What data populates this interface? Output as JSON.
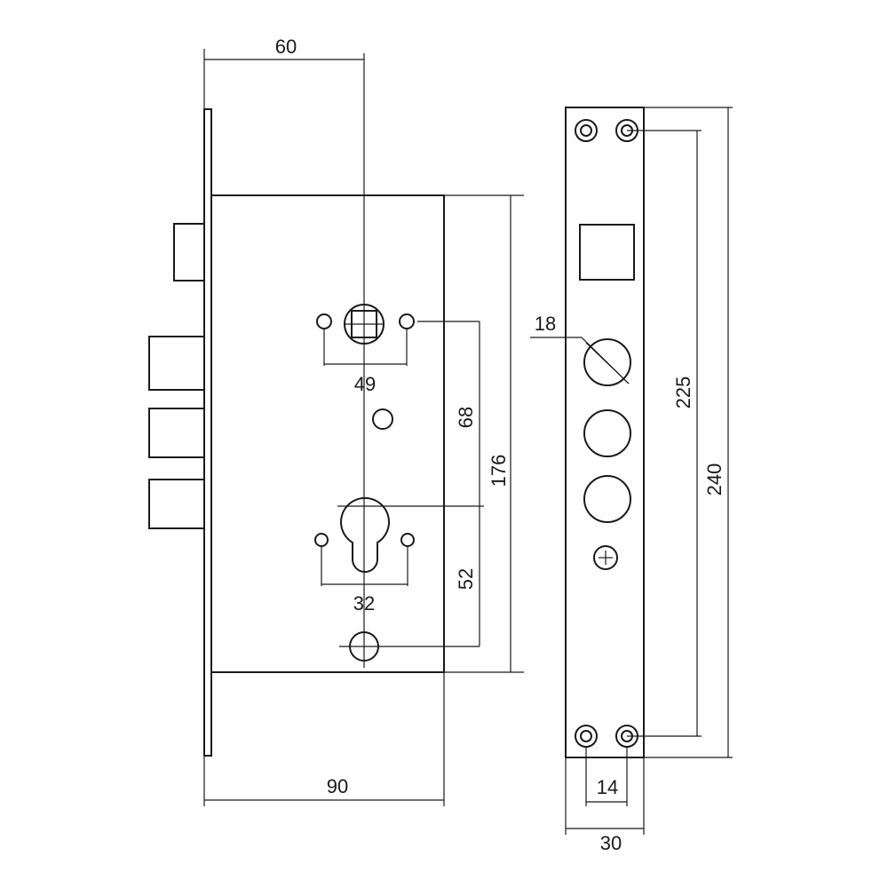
{
  "dimensions": {
    "backset": "60",
    "spindle_hole_spacing": "49",
    "spindle_to_cylinder": "68",
    "case_height": "176",
    "cylinder_hole_spacing": "32",
    "cylinder_to_bottom": "52",
    "case_width": "90",
    "faceplate_hole_diameter": "18",
    "inner_screw_spacing": "225",
    "faceplate_length": "240",
    "screw_pair_spacing": "14",
    "faceplate_width": "30"
  }
}
